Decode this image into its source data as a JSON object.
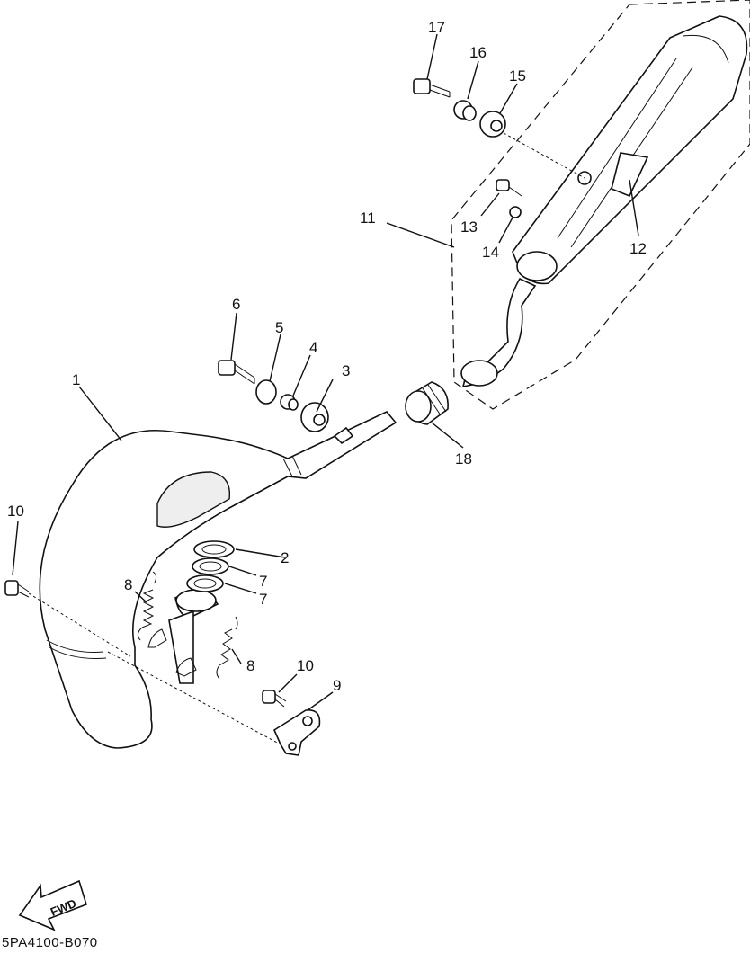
{
  "diagram": {
    "labels": {
      "p1": "1",
      "p2": "2",
      "p3": "3",
      "p4": "4",
      "p5": "5",
      "p6": "6",
      "p7a": "7",
      "p7b": "7",
      "p8a": "8",
      "p8b": "8",
      "p9": "9",
      "p10a": "10",
      "p10b": "10",
      "p11": "11",
      "p12": "12",
      "p13": "13",
      "p14": "14",
      "p15": "15",
      "p16": "16",
      "p17": "17",
      "p18": "18"
    },
    "fwd_label": "FWD",
    "drawing_code": "5PA4100-B070"
  }
}
